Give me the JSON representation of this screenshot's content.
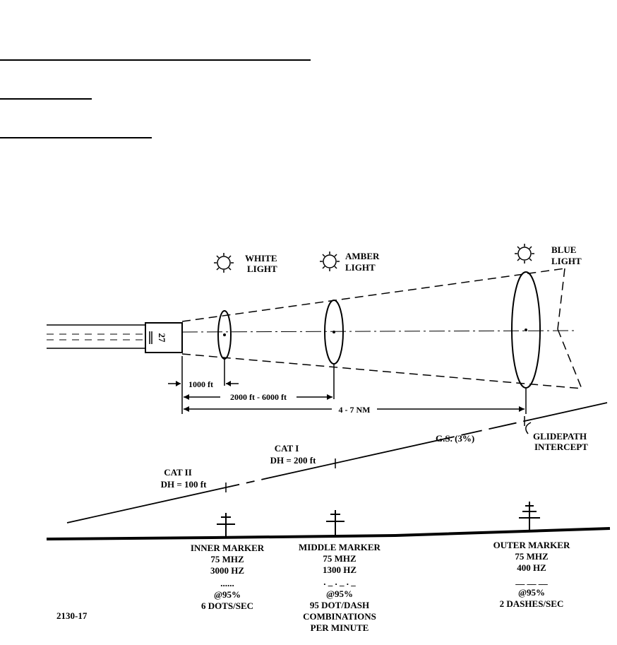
{
  "lights": {
    "white": [
      "WHITE",
      "LIGHT"
    ],
    "amber": [
      "AMBER",
      "LIGHT"
    ],
    "blue": [
      "BLUE",
      "LIGHT"
    ]
  },
  "runway": {
    "number": "27"
  },
  "distances": {
    "d1": "1000 ft",
    "d2": "2000 ft - 6000 ft",
    "d3": "4 - 7 NM"
  },
  "glideslope": {
    "label": "G.S. (3%)",
    "intercept": [
      "GLIDEPATH",
      "INTERCEPT"
    ],
    "cat1": [
      "CAT I",
      "DH = 200 ft"
    ],
    "cat2": [
      "CAT II",
      "DH = 100 ft"
    ]
  },
  "markers": {
    "inner": [
      "INNER MARKER",
      "75 MHZ",
      "3000 HZ",
      "......",
      "@95%",
      "6 DOTS/SEC"
    ],
    "middle": [
      "MIDDLE MARKER",
      "75 MHZ",
      "1300 HZ",
      ". _ . _ . _",
      "@95%",
      "95 DOT/DASH",
      "COMBINATIONS",
      "PER MINUTE"
    ],
    "outer": [
      "OUTER MARKER",
      "75 MHZ",
      "400 HZ",
      "__ __ __",
      "@95%",
      "2 DASHES/SEC"
    ]
  },
  "figure_id": "2130-17"
}
